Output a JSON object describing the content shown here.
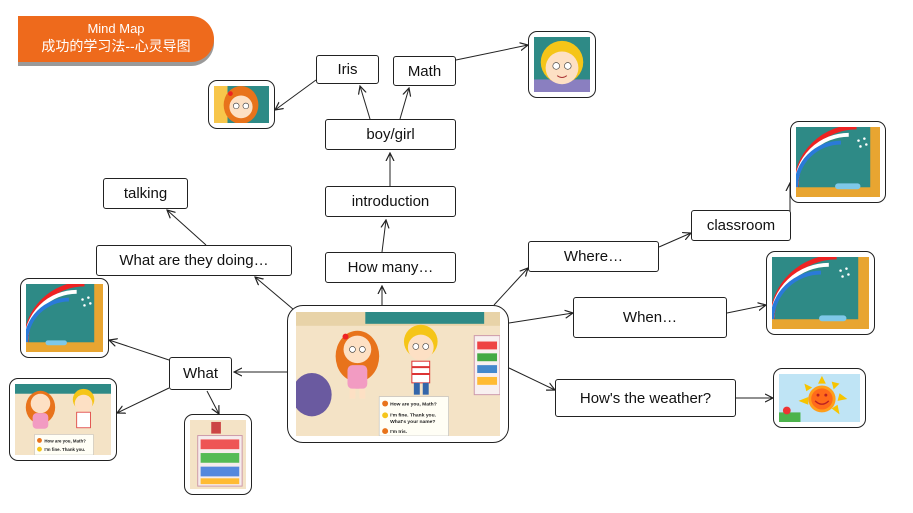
{
  "banner": {
    "title": "Mind Map",
    "subtitle": "成功的学习法--心灵导图"
  },
  "center": {
    "dialog": [
      "How are you, Math?",
      "I'm fine. Thank you.",
      "What's your name?",
      "I'm Iris."
    ]
  },
  "pic_what_kids": {
    "dialog": [
      "How are you, Math?",
      "I'm fine. Thank you."
    ]
  },
  "nodes": {
    "how_many": "How many…",
    "introduction": "introduction",
    "boy_girl": "boy/girl",
    "iris": "Iris",
    "math": "Math",
    "what_doing": "What are they doing…",
    "talking": "talking",
    "what": "What",
    "where": "Where…",
    "classroom": "classroom",
    "when": "When…",
    "weather": "How's the weather?"
  },
  "icons": {
    "girl": "girl-iris-icon",
    "boy": "boy-math-icon",
    "blackboard": "blackboard-rainbow-icon",
    "sun": "sun-icon",
    "bookshelf": "bookshelf-icon"
  },
  "colors": {
    "banner": "#ee6a1c",
    "board": "#2e8a86",
    "girl_hair": "#e8731b",
    "boy_hair": "#f5c518"
  }
}
